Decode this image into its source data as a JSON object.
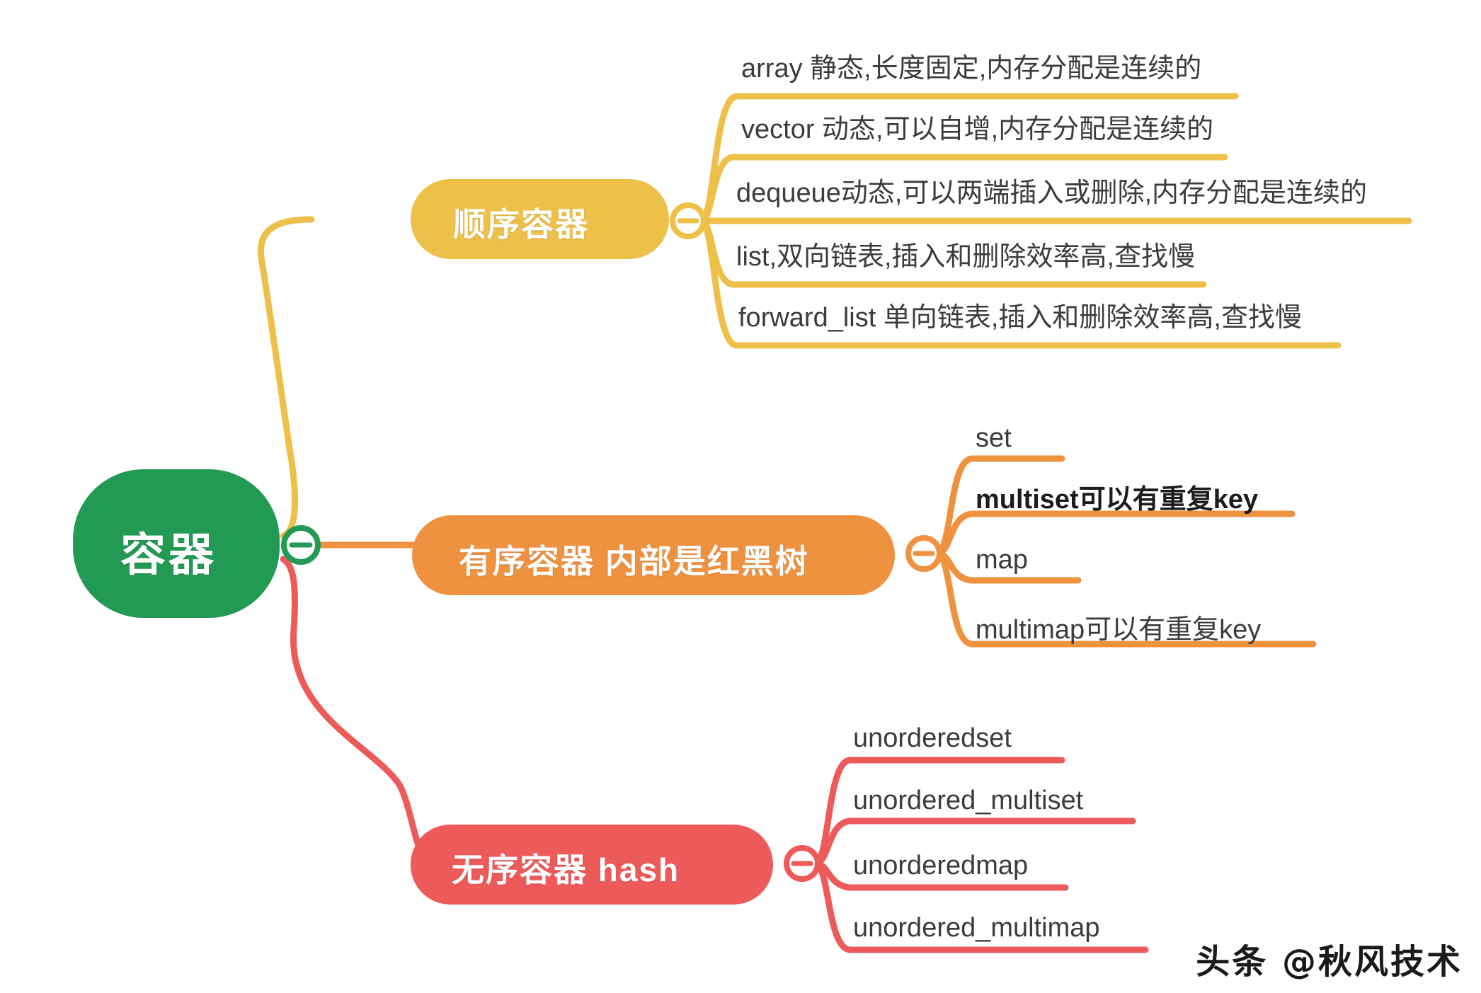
{
  "diagram": {
    "title": "容器",
    "type": "mindmap"
  },
  "root": {
    "label": "容器",
    "color": "#229a54",
    "collapse_icon": "minus-circle"
  },
  "branches": [
    {
      "label": "顺序容器",
      "color": "#edc04a",
      "collapse_icon": "minus-circle",
      "children": [
        {
          "label": "array 静态,长度固定,内存分配是连续的",
          "emphasis": false
        },
        {
          "label": "vector 动态,可以自增,内存分配是连续的",
          "emphasis": false
        },
        {
          "label": "dequeue动态,可以两端插入或删除,内存分配是连续的",
          "emphasis": false
        },
        {
          "label": "list,双向链表,插入和删除效率高,查找慢",
          "emphasis": false
        },
        {
          "label": "forward_list 单向链表,插入和删除效率高,查找慢",
          "emphasis": false
        }
      ]
    },
    {
      "label": "有序容器 内部是红黑树",
      "color": "#ef9240",
      "collapse_icon": "minus-circle",
      "children": [
        {
          "label": "set",
          "emphasis": false
        },
        {
          "label": "multiset可以有重复key",
          "emphasis": true
        },
        {
          "label": "map",
          "emphasis": false
        },
        {
          "label": "multimap可以有重复key",
          "emphasis": false
        }
      ]
    },
    {
      "label": "无序容器  hash",
      "color": "#ed5a5a",
      "collapse_icon": "minus-circle",
      "children": [
        {
          "label": "unorderedset",
          "emphasis": false
        },
        {
          "label": "unordered_multiset",
          "emphasis": false
        },
        {
          "label": "unorderedmap",
          "emphasis": false
        },
        {
          "label": "unordered_multimap",
          "emphasis": false
        }
      ]
    }
  ],
  "watermark": {
    "text": "头条 @秋风技术"
  }
}
